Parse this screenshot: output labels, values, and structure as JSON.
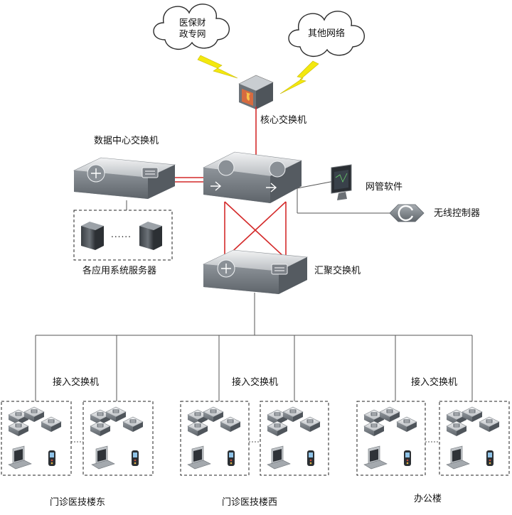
{
  "clouds": {
    "medical": {
      "line1": "医保财",
      "line2": "政专网"
    },
    "other": "其他网络"
  },
  "labels": {
    "core_switch": "核心交换机",
    "datacenter_switch": "数据中心交换机",
    "nms": "网管软件",
    "wireless_controller": "无线控制器",
    "app_servers": "各应用系统服务器",
    "servers_ellipsis": "......",
    "aggregation_switch": "汇聚交换机",
    "access_switch": "接入交换机"
  },
  "buildings": [
    {
      "name": "门诊医技楼东"
    },
    {
      "name": "门诊医技楼西"
    },
    {
      "name": "办公楼"
    }
  ],
  "colors": {
    "link_red": "#d42a2a",
    "link_gray": "#555555",
    "device": "#8e949a",
    "device_dark": "#5e646a"
  }
}
